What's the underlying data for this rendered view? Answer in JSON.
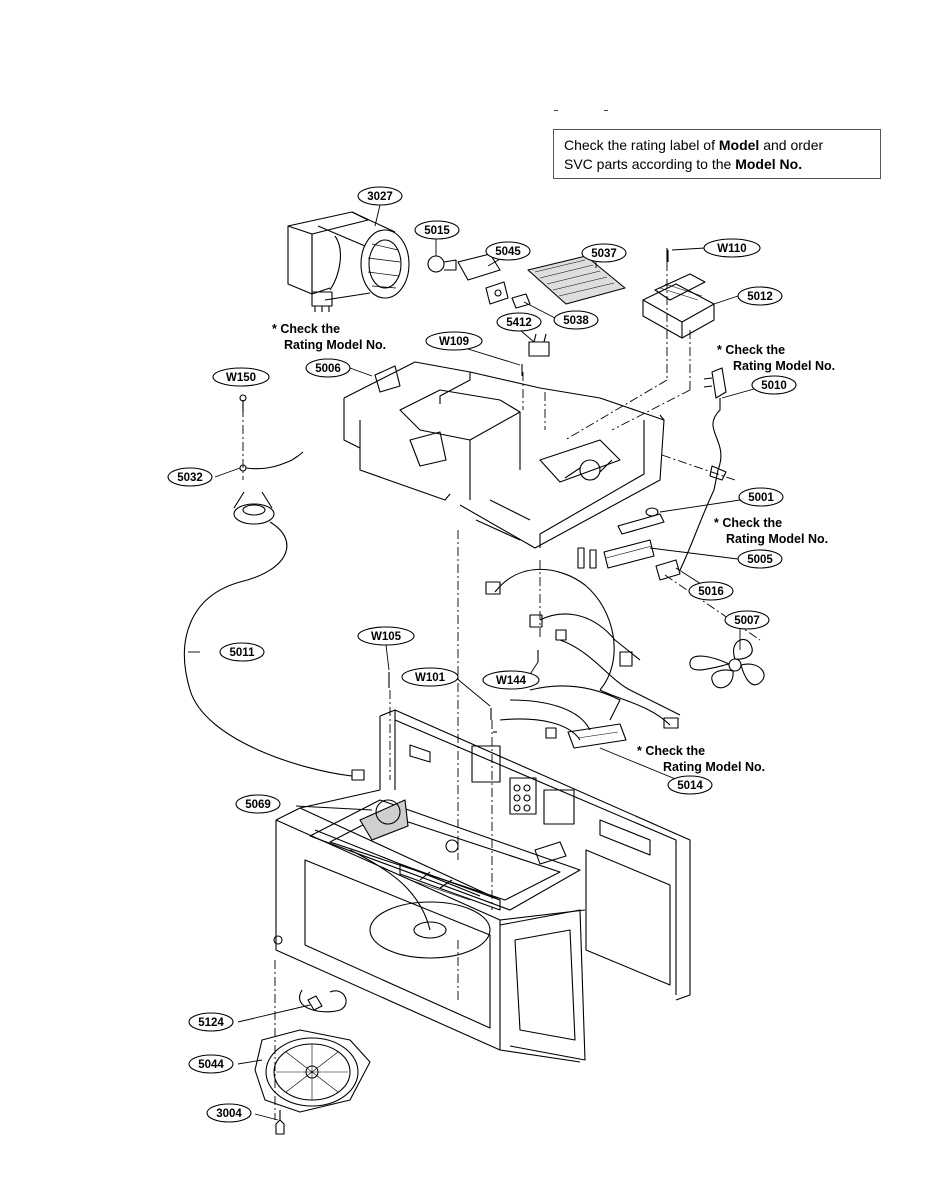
{
  "notice": {
    "line1_pre": "Check the rating label of ",
    "line1_bold": "Model",
    "line1_post": " and order",
    "line2_pre": "SVC parts according to the ",
    "line2_bold": "Model No."
  },
  "notes": [
    {
      "line1": "* Check the",
      "line2": "Rating Model No."
    },
    {
      "line1": "* Check the",
      "line2": "Rating Model No."
    },
    {
      "line1": "* Check the",
      "line2": "Rating Model No."
    },
    {
      "line1": "* Check the",
      "line2": "Rating Model No."
    }
  ],
  "parts": [
    {
      "id": "3027"
    },
    {
      "id": "5015"
    },
    {
      "id": "5045"
    },
    {
      "id": "5037"
    },
    {
      "id": "W110"
    },
    {
      "id": "5012"
    },
    {
      "id": "5038"
    },
    {
      "id": "5412"
    },
    {
      "id": "W109"
    },
    {
      "id": "5006"
    },
    {
      "id": "W150"
    },
    {
      "id": "5010"
    },
    {
      "id": "5032"
    },
    {
      "id": "5001"
    },
    {
      "id": "5005"
    },
    {
      "id": "5016"
    },
    {
      "id": "5007"
    },
    {
      "id": "W105"
    },
    {
      "id": "5011"
    },
    {
      "id": "W101"
    },
    {
      "id": "W144"
    },
    {
      "id": "5014"
    },
    {
      "id": "5069"
    },
    {
      "id": "5124"
    },
    {
      "id": "5044"
    },
    {
      "id": "3004"
    }
  ],
  "colors": {
    "line": "#000000",
    "paper": "#ffffff",
    "shade": "#cfcfcf"
  }
}
